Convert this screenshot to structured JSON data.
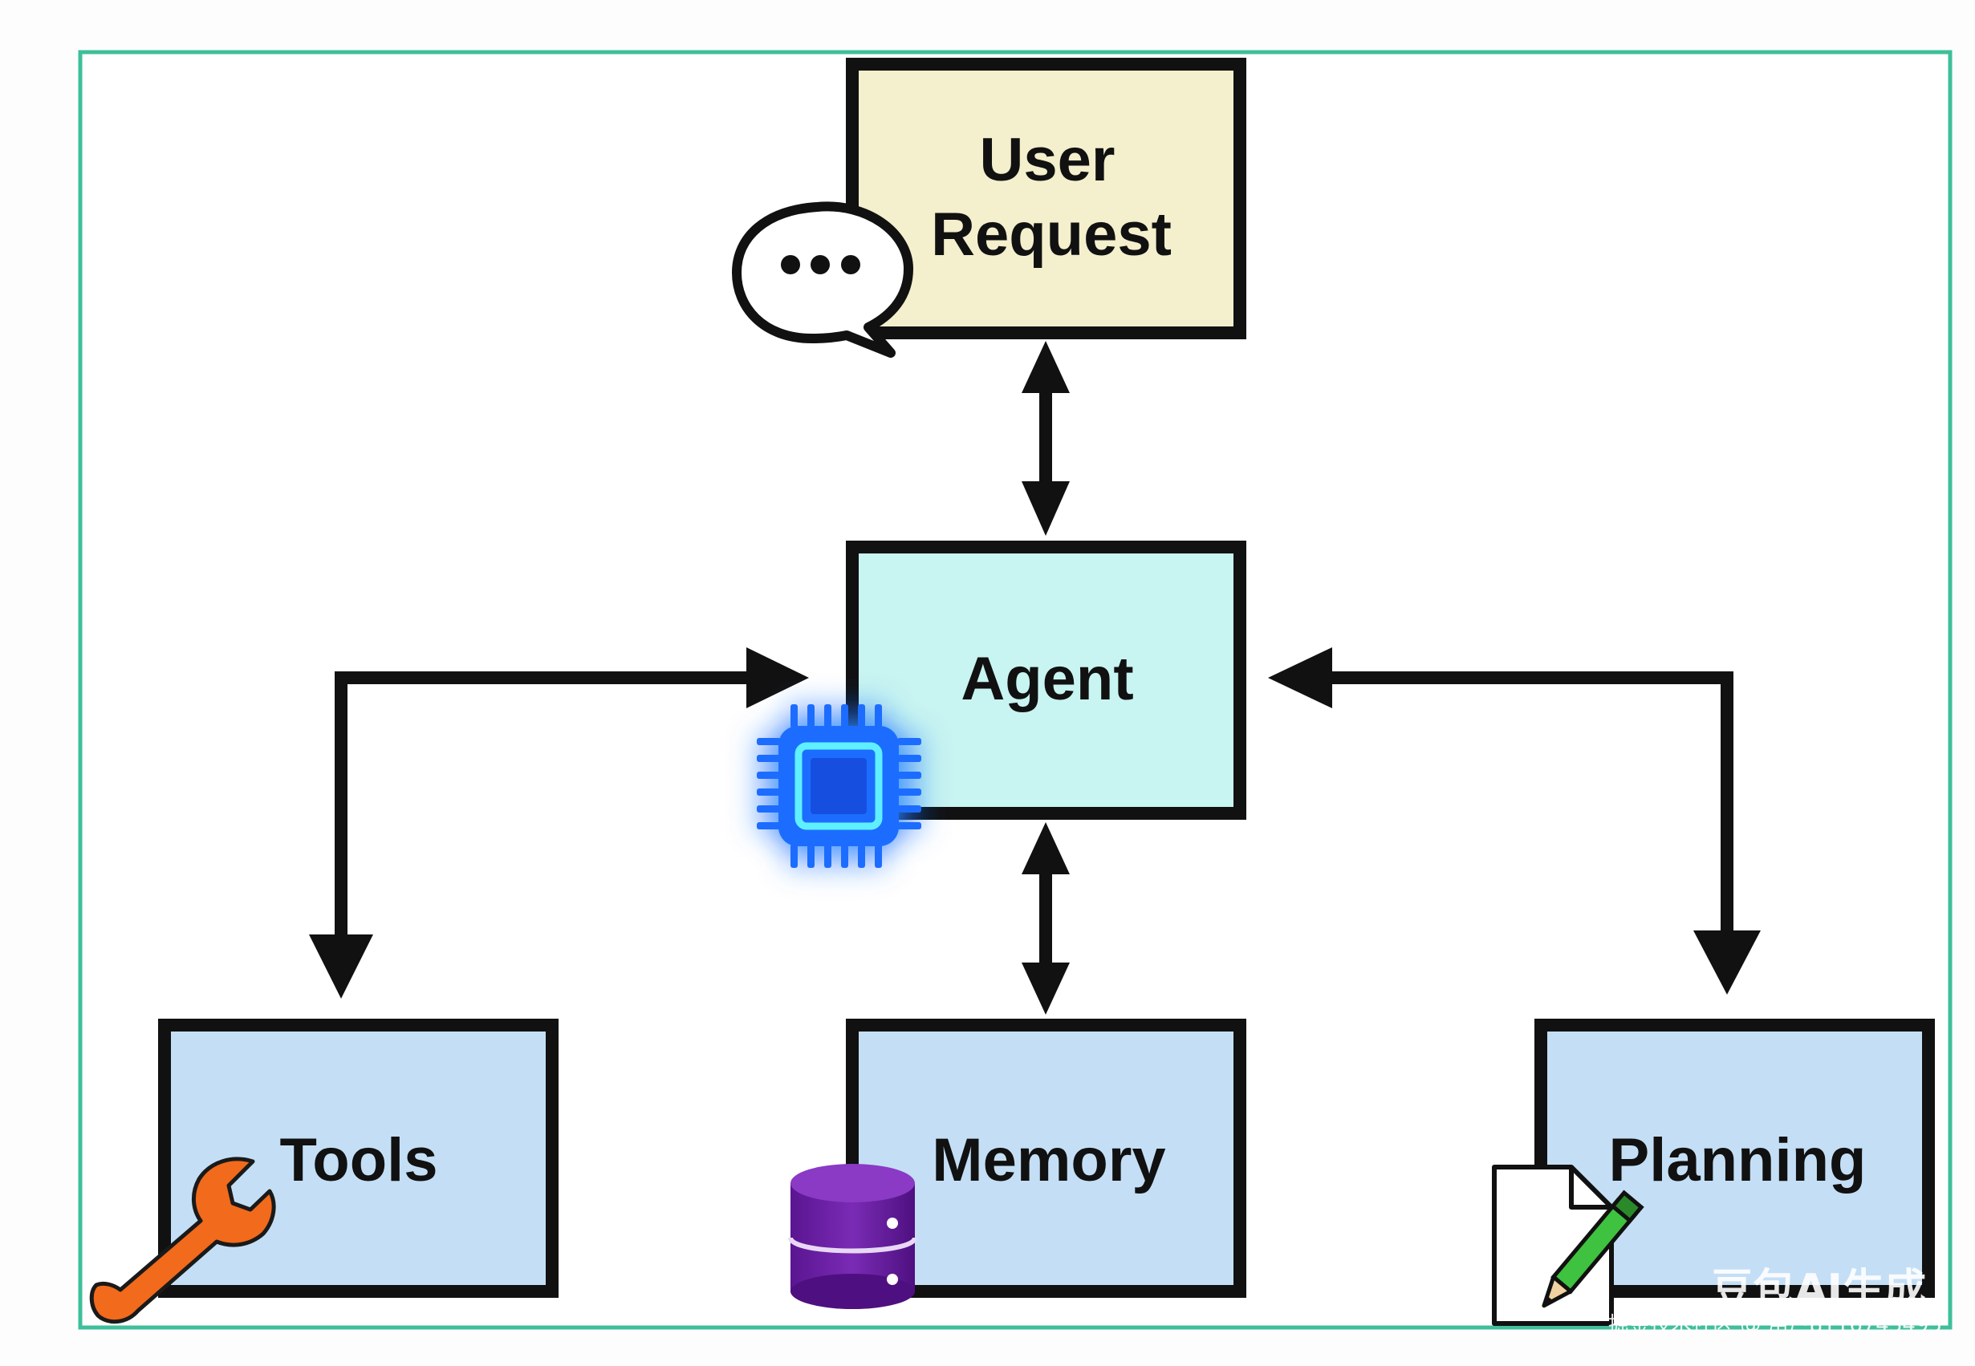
{
  "diagram": {
    "nodes": {
      "user_request": {
        "line1": "User",
        "line2": "Request"
      },
      "agent": {
        "label": "Agent"
      },
      "tools": {
        "label": "Tools"
      },
      "memory": {
        "label": "Memory"
      },
      "planning": {
        "label": "Planning"
      }
    },
    "edges": [
      {
        "from": "user_request",
        "to": "agent",
        "direction": "bidirectional"
      },
      {
        "from": "agent",
        "to": "memory",
        "direction": "bidirectional"
      },
      {
        "from": "agent",
        "to": "tools",
        "direction": "bidirectional"
      },
      {
        "from": "agent",
        "to": "planning",
        "direction": "bidirectional"
      }
    ],
    "icons": {
      "user_request": "speech-bubble-icon",
      "agent": "cpu-chip-icon",
      "tools": "wrench-icon",
      "memory": "database-icon",
      "planning": "document-pencil-icon"
    }
  },
  "colors": {
    "frame": "#3fbf9a",
    "user_request_fill": "#f4efcc",
    "agent_fill": "#c8f4f1",
    "node_fill": "#c4dff5",
    "border": "#111111",
    "chip": "#1b6dff",
    "wrench": "#f26a1b",
    "database": "#6a1fa0",
    "pencil": "#3fc23f"
  },
  "watermark": {
    "brand": "豆包AI生成",
    "source": "掘金技术社区 @ 用户8116743495"
  }
}
